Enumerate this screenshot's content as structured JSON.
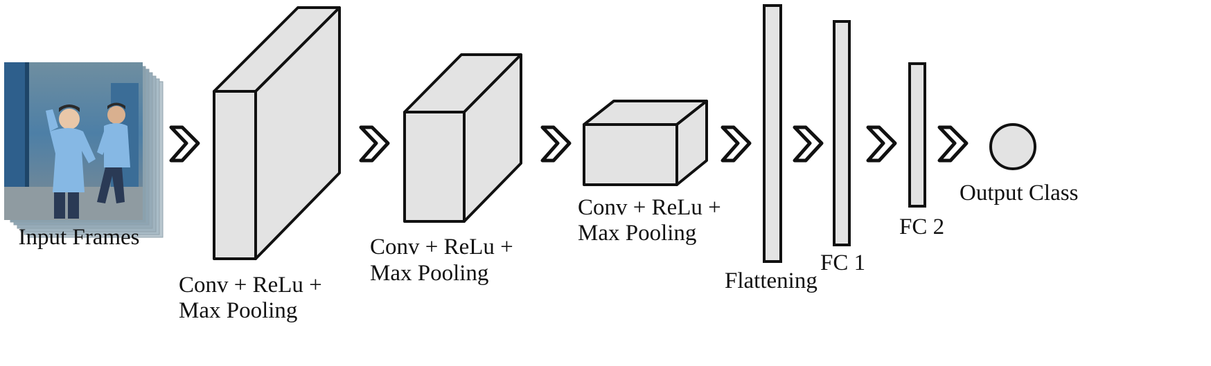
{
  "labels": {
    "input": "Input Frames",
    "conv1_line1": "Conv + ReLu +",
    "conv1_line2": "Max Pooling",
    "conv2_line1": "Conv + ReLu +",
    "conv2_line2": "Max Pooling",
    "conv3_line1": "Conv + ReLu +",
    "conv3_line2": "Max Pooling",
    "flatten": "Flattening",
    "fc1": "FC 1",
    "fc2": "FC 2",
    "output": "Output Class"
  },
  "colors": {
    "block_fill": "#e3e3e3",
    "stroke": "#111111",
    "frame_blue": "#2f6ea8",
    "shirt_blue": "#86b8e4",
    "floor": "#9aa4a8"
  }
}
